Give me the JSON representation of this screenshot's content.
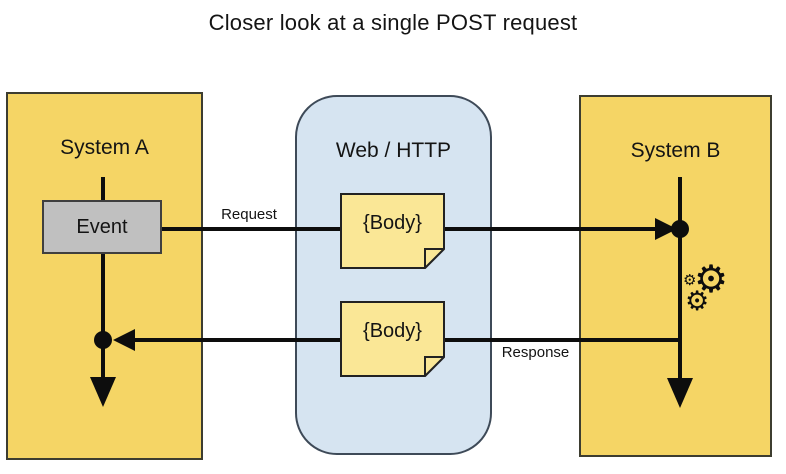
{
  "title": "Closer look at a single POST request",
  "diagram": {
    "system_a": {
      "label": "System A",
      "event_label": "Event"
    },
    "web": {
      "label": "Web / HTTP"
    },
    "system_b": {
      "label": "System B"
    },
    "request": {
      "label": "Request",
      "body": "{Body}"
    },
    "response": {
      "label": "Response",
      "body": "{Body}"
    },
    "gear_glyph": "⚙"
  },
  "colors": {
    "panel_yellow": "#F5D565",
    "panel_blue": "#D6E4F1",
    "note_yellow": "#FAE796",
    "event_gray": "#C0C0C0",
    "line_black": "#0d0d0d",
    "background": "#ffffff"
  }
}
